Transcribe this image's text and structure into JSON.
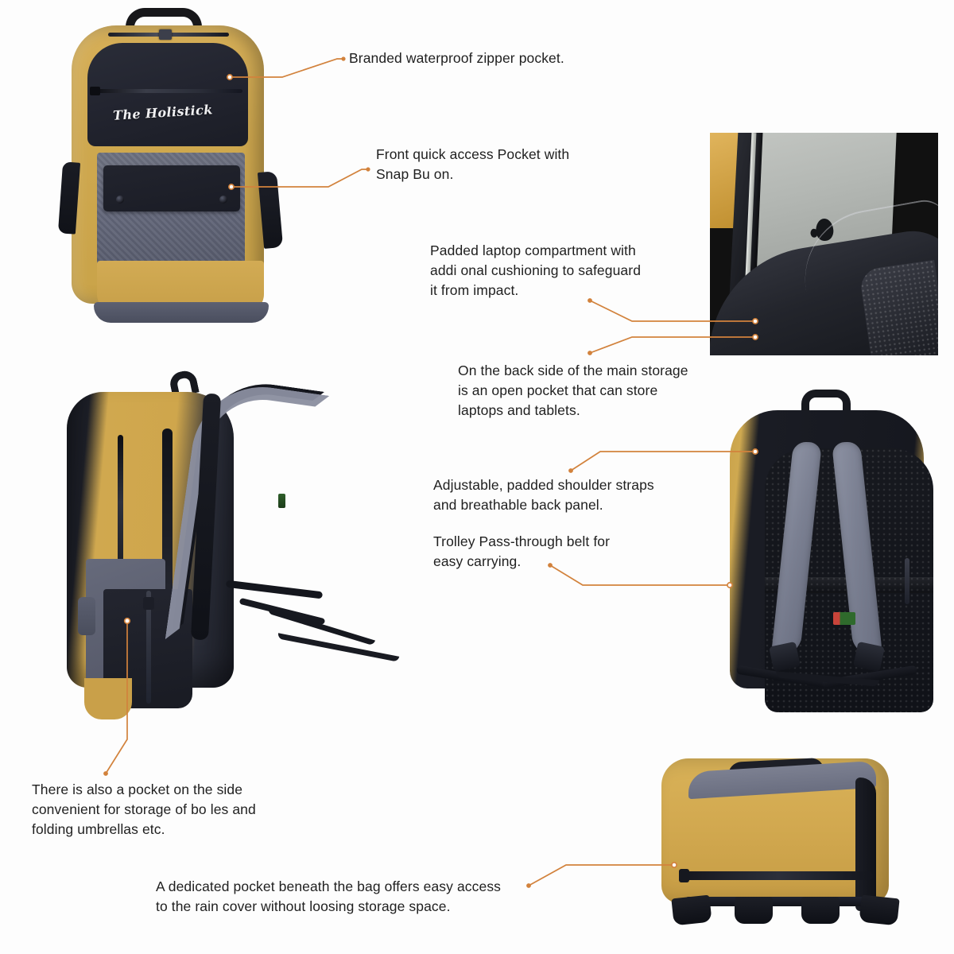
{
  "document": {
    "type": "product-feature-infographic",
    "subject": "The Holistick backpack",
    "background_color": "#ffffff",
    "leader_line_color": "#d2823c",
    "text_color": "#1f1f1f"
  },
  "brand": {
    "script_logo": "The Holistick"
  },
  "callouts": [
    {
      "id": "zipper-pocket",
      "text": "Branded waterproof zipper pocket."
    },
    {
      "id": "snap-button-pocket",
      "text": "Front quick access Pocket with\nSnap Bu on."
    },
    {
      "id": "laptop-compartment",
      "text": "Padded laptop compartment with\naddi onal cushioning to safeguard\nit from impact."
    },
    {
      "id": "open-pocket",
      "text": "On the back side of the main storage\nis an open pocket that can store\nlaptops and tablets."
    },
    {
      "id": "shoulder-straps",
      "text": "Adjustable, padded shoulder straps\nand breathable back panel."
    },
    {
      "id": "trolley-belt",
      "text": "Trolley Pass-through belt for\neasy carrying."
    },
    {
      "id": "side-pocket",
      "text": "There is also a pocket on the side\nconvenient for storage of bo les and\nfolding umbrellas etc."
    },
    {
      "id": "rain-cover-pocket",
      "text": "A dedicated pocket beneath the bag offers easy access\nto the rain cover without loosing storage space."
    }
  ],
  "product_views": [
    {
      "id": "front",
      "label": "Front view of backpack"
    },
    {
      "id": "side",
      "label": "Side profile view of backpack"
    },
    {
      "id": "back",
      "label": "Back panel view with shoulder straps"
    },
    {
      "id": "bottom",
      "label": "Bottom view of backpack"
    },
    {
      "id": "laptop-photo",
      "label": "Close-up photo of laptop in padded compartment"
    }
  ],
  "colors": {
    "yellow": "#cfa84f",
    "gray": "#6a6e80",
    "black": "#17191f",
    "accent": "#d2823c",
    "strap_gray": "#7b8092"
  }
}
